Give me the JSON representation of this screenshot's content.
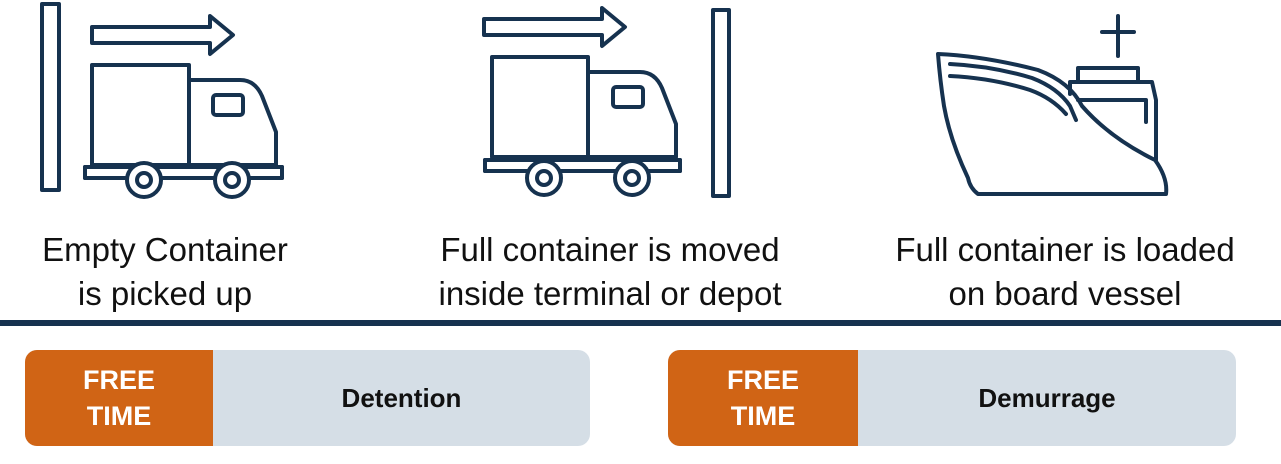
{
  "colors": {
    "navy": "#16324f",
    "orange": "#d06415",
    "bar_gray": "#d5dee6"
  },
  "icons": [
    "wall-icon",
    "arrow-right-icon",
    "truck-icon",
    "ship-icon"
  ],
  "steps": [
    {
      "line1": "Empty Container",
      "line2": "is picked up"
    },
    {
      "line1": "Full container is moved",
      "line2": "inside terminal or depot"
    },
    {
      "line1": "Full container is loaded",
      "line2": "on board vessel"
    }
  ],
  "bars": [
    {
      "free_line1": "FREE",
      "free_line2": "TIME",
      "label": "Detention"
    },
    {
      "free_line1": "FREE",
      "free_line2": "TIME",
      "label": "Demurrage"
    }
  ]
}
